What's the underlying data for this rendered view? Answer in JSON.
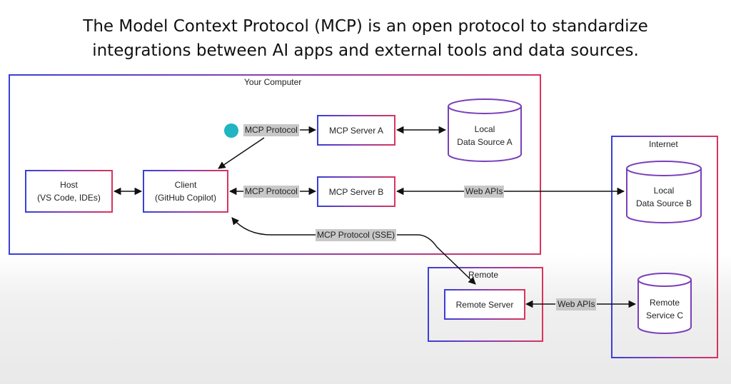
{
  "headline": {
    "line1": "The Model Context Protocol (MCP) is an open protocol to standardize",
    "line2": "integrations between AI apps and external tools and data sources."
  },
  "regions": {
    "your_computer": "Your Computer",
    "internet": "Internet",
    "remote": "Remote"
  },
  "nodes": {
    "host": {
      "line1": "Host",
      "line2": "(VS Code, IDEs)"
    },
    "client": {
      "line1": "Client",
      "line2": "(GitHub Copilot)"
    },
    "server_a": "MCP Server A",
    "server_b": "MCP Server B",
    "remote_server": "Remote Server",
    "local_a": {
      "line1": "Local",
      "line2": "Data Source A"
    },
    "local_b": {
      "line1": "Local",
      "line2": "Data Source B"
    },
    "remote_c": {
      "line1": "Remote",
      "line2": "Service C"
    }
  },
  "edges": {
    "mcp_protocol_a": "MCP Protocol",
    "mcp_protocol_b": "MCP Protocol",
    "mcp_protocol_sse": "MCP Protocol (SSE)",
    "web_apis_b": "Web APIs",
    "web_apis_c": "Web APIs"
  },
  "colors": {
    "border_start": "#3a3fd6",
    "border_end": "#d8345f",
    "cursor_dot": "#1fb5c2",
    "label_bg": "#c8c8c8"
  }
}
